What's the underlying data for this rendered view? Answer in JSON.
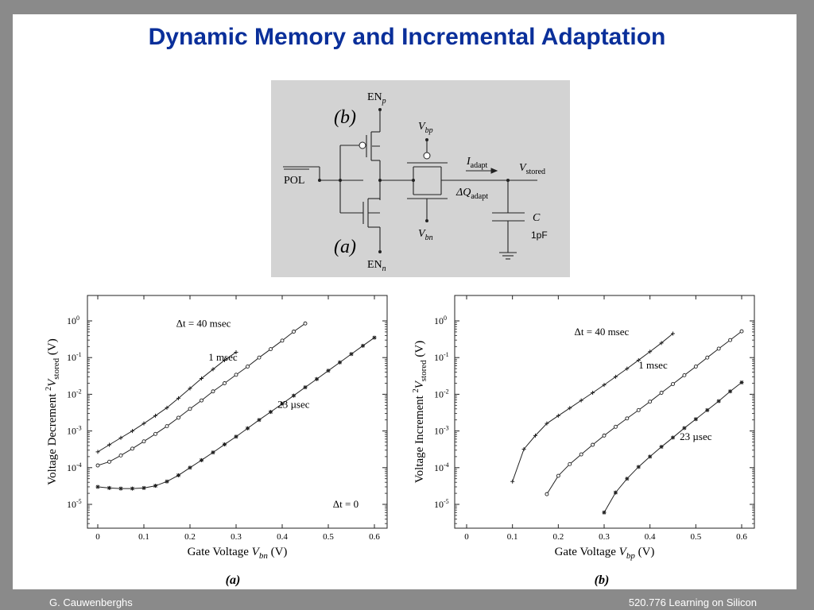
{
  "slide": {
    "title": "Dynamic Memory and Incremental Adaptation",
    "footer_left": "G. Cauwenberghs",
    "footer_right": "520.776 Learning on Silicon"
  },
  "circuit": {
    "label_b": "(b)",
    "label_a": "(a)",
    "en_p": {
      "main": "EN",
      "sub": "p"
    },
    "en_n": {
      "main": "EN",
      "sub": "n"
    },
    "v_bp": {
      "main": "V",
      "sub": "bp"
    },
    "v_bn": {
      "main": "V",
      "sub": "bn"
    },
    "pol": "POL",
    "i_adapt": {
      "main": "I",
      "sub": "adapt"
    },
    "dq_adapt": {
      "main": "ΔQ",
      "sub": "adapt"
    },
    "v_stored": {
      "main": "V",
      "sub": "stored"
    },
    "cap_name": "C",
    "cap_value": "1pF",
    "colors": {
      "panel": "#d3d3d3"
    }
  },
  "chart_data": [
    {
      "type": "line",
      "caption": "(a)",
      "xlabel": "Gate Voltage",
      "xlabel_var": {
        "main": "V",
        "sub": "bn"
      },
      "xlabel_unit": "(V)",
      "ylabel": "Voltage Decrement",
      "ylabel_var": {
        "sup": "2",
        "main": "V",
        "sub": "stored"
      },
      "ylabel_unit": "(V)",
      "xlim": [
        0,
        0.6
      ],
      "ylim_log10": [
        -5,
        0
      ],
      "x_ticks": [
        "0",
        "0.1",
        "0.2",
        "0.3",
        "0.4",
        "0.5",
        "0.6"
      ],
      "y_ticks": [
        {
          "base": "10",
          "exp": "0"
        },
        {
          "base": "10",
          "exp": "-1"
        },
        {
          "base": "10",
          "exp": "-2"
        },
        {
          "base": "10",
          "exp": "-3"
        },
        {
          "base": "10",
          "exp": "-4"
        },
        {
          "base": "10",
          "exp": "-5"
        }
      ],
      "annotations": [
        {
          "text": "Δt = 40 msec",
          "x": 0.17,
          "y": 0.85
        },
        {
          "text": "1 msec",
          "x": 0.24,
          "y": 0.1
        },
        {
          "text": "23 µsec",
          "x": 0.39,
          "y": 0.0052
        },
        {
          "text": "Δt = 0",
          "x": 0.51,
          "y": 1e-05
        }
      ],
      "series": [
        {
          "marker": "plus",
          "x": [
            0,
            0.025,
            0.05,
            0.075,
            0.1,
            0.125,
            0.15,
            0.175,
            0.2,
            0.225,
            0.25,
            0.275,
            0.3
          ],
          "y": [
            0.00027,
            0.00042,
            0.00065,
            0.001,
            0.0016,
            0.0026,
            0.0043,
            0.0078,
            0.0145,
            0.027,
            0.048,
            0.085,
            0.14
          ]
        },
        {
          "marker": "circle",
          "x": [
            0,
            0.025,
            0.05,
            0.075,
            0.1,
            0.125,
            0.15,
            0.175,
            0.2,
            0.225,
            0.25,
            0.275,
            0.3,
            0.325,
            0.35,
            0.375,
            0.4,
            0.425,
            0.45
          ],
          "y": [
            0.000115,
            0.000145,
            0.000215,
            0.00033,
            0.00052,
            0.00083,
            0.00135,
            0.0023,
            0.004,
            0.0068,
            0.012,
            0.02,
            0.034,
            0.057,
            0.1,
            0.17,
            0.29,
            0.51,
            0.85
          ]
        },
        {
          "marker": "star",
          "x": [
            0,
            0.025,
            0.05,
            0.075,
            0.1,
            0.125,
            0.15,
            0.175,
            0.2,
            0.225,
            0.25,
            0.275,
            0.3,
            0.325,
            0.35,
            0.375,
            0.4,
            0.425,
            0.45,
            0.475,
            0.5,
            0.525,
            0.55,
            0.575,
            0.6
          ],
          "y": [
            3e-05,
            2.8e-05,
            2.7e-05,
            2.7e-05,
            2.8e-05,
            3.2e-05,
            4.2e-05,
            6.2e-05,
            0.0001,
            0.00016,
            0.00026,
            0.00043,
            0.0007,
            0.00118,
            0.002,
            0.0033,
            0.0055,
            0.0092,
            0.0155,
            0.026,
            0.044,
            0.074,
            0.125,
            0.21,
            0.35
          ]
        }
      ]
    },
    {
      "type": "line",
      "caption": "(b)",
      "xlabel": "Gate Voltage",
      "xlabel_var": {
        "main": "V",
        "sub": "bp"
      },
      "xlabel_unit": "(V)",
      "ylabel": "Voltage Increment",
      "ylabel_var": {
        "sup": "2",
        "main": "V",
        "sub": "stored"
      },
      "ylabel_unit": "(V)",
      "xlim": [
        0,
        0.6
      ],
      "ylim_log10": [
        -5,
        0
      ],
      "x_ticks": [
        "0",
        "0.1",
        "0.2",
        "0.3",
        "0.4",
        "0.5",
        "0.6"
      ],
      "y_ticks": [
        {
          "base": "10",
          "exp": "0"
        },
        {
          "base": "10",
          "exp": "-1"
        },
        {
          "base": "10",
          "exp": "-2"
        },
        {
          "base": "10",
          "exp": "-3"
        },
        {
          "base": "10",
          "exp": "-4"
        },
        {
          "base": "10",
          "exp": "-5"
        }
      ],
      "annotations": [
        {
          "text": "Δt = 40 msec",
          "x": 0.235,
          "y": 0.5
        },
        {
          "text": "1 msec",
          "x": 0.375,
          "y": 0.062
        },
        {
          "text": "23 µsec",
          "x": 0.465,
          "y": 0.0007
        }
      ],
      "series": [
        {
          "marker": "plus",
          "x": [
            0.1,
            0.125,
            0.15,
            0.175,
            0.2,
            0.225,
            0.25,
            0.275,
            0.3,
            0.325,
            0.35,
            0.375,
            0.4,
            0.425,
            0.45
          ],
          "y": [
            4.2e-05,
            0.00032,
            0.00075,
            0.0016,
            0.0026,
            0.0042,
            0.0068,
            0.011,
            0.018,
            0.03,
            0.05,
            0.085,
            0.145,
            0.25,
            0.45
          ]
        },
        {
          "marker": "circle",
          "x": [
            0.175,
            0.2,
            0.225,
            0.25,
            0.275,
            0.3,
            0.325,
            0.35,
            0.375,
            0.4,
            0.425,
            0.45,
            0.475,
            0.5,
            0.525,
            0.55,
            0.575,
            0.6
          ],
          "y": [
            1.9e-05,
            6e-05,
            0.000125,
            0.00023,
            0.00042,
            0.00075,
            0.0013,
            0.0022,
            0.0037,
            0.0063,
            0.011,
            0.019,
            0.033,
            0.057,
            0.1,
            0.175,
            0.3,
            0.52
          ]
        },
        {
          "marker": "star",
          "x": [
            0.3,
            0.325,
            0.35,
            0.375,
            0.4,
            0.425,
            0.45,
            0.475,
            0.5,
            0.525,
            0.55,
            0.575,
            0.6
          ],
          "y": [
            6e-06,
            2.1e-05,
            5e-05,
            0.000105,
            0.0002,
            0.00037,
            0.00066,
            0.0012,
            0.0021,
            0.0037,
            0.0065,
            0.012,
            0.021
          ]
        }
      ]
    }
  ]
}
